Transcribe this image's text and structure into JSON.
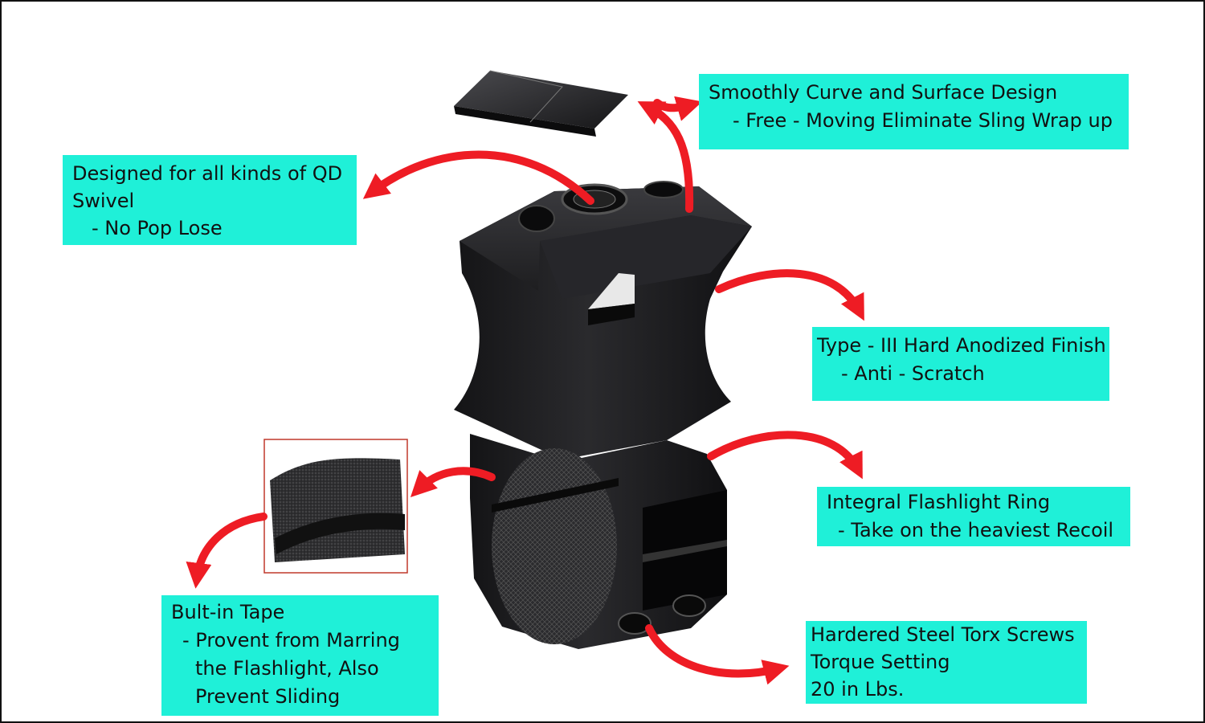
{
  "colors": {
    "callout_background": "#1ff0d8",
    "arrow": "#ee1c24",
    "product": "#1b1b1d",
    "detail_frame": "#c0392b"
  },
  "icons": {
    "arrow": "curved-red-arrow",
    "product": "flashlight-mount-illustration",
    "insert": "curved-top-insert",
    "detail": "tape-texture-closeup"
  },
  "callouts": {
    "curve": {
      "line1": "Smoothly Curve and Surface Design",
      "line2": "- Free - Moving Eliminate Sling Wrap up"
    },
    "qd": {
      "line1": "Designed for all kinds of QD",
      "line2": "Swivel",
      "line3": "- No Pop Lose"
    },
    "anodized": {
      "line1": "Type - III Hard Anodized Finish",
      "line2": "- Anti - Scratch"
    },
    "ring": {
      "line1": "Integral Flashlight Ring",
      "line2": "- Take on the heaviest Recoil"
    },
    "tape": {
      "line1": "Bult-in Tape",
      "line2": "- Provent from Marring",
      "line3": "the Flashlight, Also",
      "line4": "Prevent Sliding"
    },
    "screws": {
      "line1": "Hardered Steel Torx Screws",
      "line2": "Torque Setting",
      "line3": "20 in Lbs."
    }
  }
}
